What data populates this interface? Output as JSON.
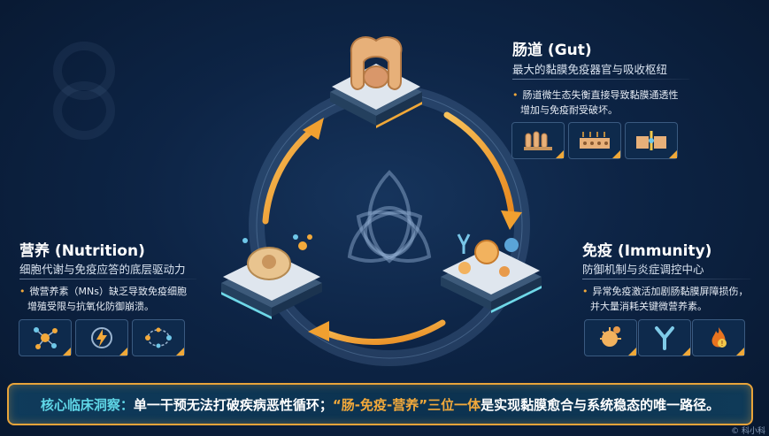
{
  "gut": {
    "title": "肠道 (Gut)",
    "subtitle": "最大的黏膜免疫器官与吸收枢纽",
    "bullet_line1": "肠道微生态失衡直接导致黏膜通透性",
    "bullet_line2": "增加与免疫耐受破坏。",
    "icons": [
      "villi-icon",
      "mucosal-barrier-icon",
      "barrier-breach-icon"
    ]
  },
  "immunity": {
    "title": "免疫 (Immunity)",
    "subtitle": "防御机制与炎症调控中心",
    "bullet_line1": "异常免疫激活加剧肠黏膜屏障损伤，",
    "bullet_line2": "并大量消耗关键微营养素。",
    "icons": [
      "immune-cell-icon",
      "antibody-icon",
      "inflammation-fire-icon"
    ]
  },
  "nutrition": {
    "title": "营养 (Nutrition)",
    "subtitle": "细胞代谢与免疫应答的底层驱动力",
    "bullet_line1": "微营养素（MNs）缺乏导致免疫细胞",
    "bullet_line2": "增殖受限与抗氧化防御崩溃。",
    "icons": [
      "molecule-network-icon",
      "energy-power-icon",
      "metabolism-cycle-icon"
    ]
  },
  "banner": {
    "label": "核心临床洞察：",
    "text1": "单一干预无法打破疾病恶性循环；",
    "highlight": "“肠-免疫-营养”三位一体",
    "text2": "是实现黏膜愈合与系统稳态的唯一路径。"
  },
  "watermark": "© 科小科"
}
